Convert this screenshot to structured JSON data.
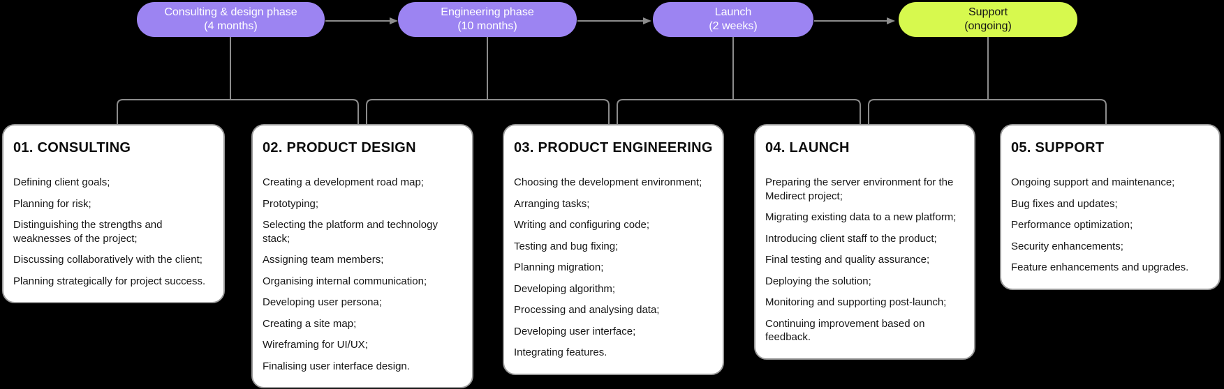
{
  "colors": {
    "background": "#000000",
    "pill_purple": "#9C84F2",
    "pill_lime": "#D7F94E",
    "connector": "#8C8C8C",
    "card_bg": "#FFFFFF",
    "card_border": "#9A9A9A",
    "card_text": "#161616",
    "pill_text_light": "#FFFFFF",
    "pill_text_dark": "#141414"
  },
  "phases": [
    {
      "label": "Consulting & design phase",
      "duration": "(4 months)"
    },
    {
      "label": "Engineering phase",
      "duration": "(10 months)"
    },
    {
      "label": "Launch",
      "duration": "(2 weeks)"
    },
    {
      "label": "Support",
      "duration": "(ongoing)"
    }
  ],
  "cards": [
    {
      "number_title": "01. CONSULTING",
      "items": [
        "Defining client goals;",
        "Planning for risk;",
        "Distinguishing the strengths and weaknesses of the project;",
        "Discussing collaboratively with the client;",
        "Planning strategically for project success."
      ]
    },
    {
      "number_title": "02. PRODUCT DESIGN",
      "items": [
        "Creating a development road map;",
        "Prototyping;",
        "Selecting the platform and technology stack;",
        "Assigning team members;",
        "Organising internal communication;",
        "Developing user persona;",
        "Creating a site map;",
        "Wireframing for UI/UX;",
        "Finalising user interface design."
      ]
    },
    {
      "number_title": "03. PRODUCT ENGINEERING",
      "items": [
        "Choosing the development environment;",
        "Arranging tasks;",
        "Writing and configuring code;",
        "Testing and bug fixing;",
        "Planning migration;",
        "Developing algorithm;",
        "Processing and analysing data;",
        "Developing user interface;",
        "Integrating features."
      ]
    },
    {
      "number_title": "04. LAUNCH",
      "items": [
        "Preparing the server environment for the Medirect project;",
        "Migrating existing data to a new platform;",
        "Introducing client staff to the product;",
        "Final testing and quality assurance;",
        "Deploying the solution;",
        "Monitoring and supporting post-launch;",
        "Continuing improvement based on feedback."
      ]
    },
    {
      "number_title": "05. SUPPORT",
      "items": [
        "Ongoing support and maintenance;",
        "Bug fixes and updates;",
        "Performance optimization;",
        "Security enhancements;",
        "Feature enhancements and upgrades."
      ]
    }
  ]
}
